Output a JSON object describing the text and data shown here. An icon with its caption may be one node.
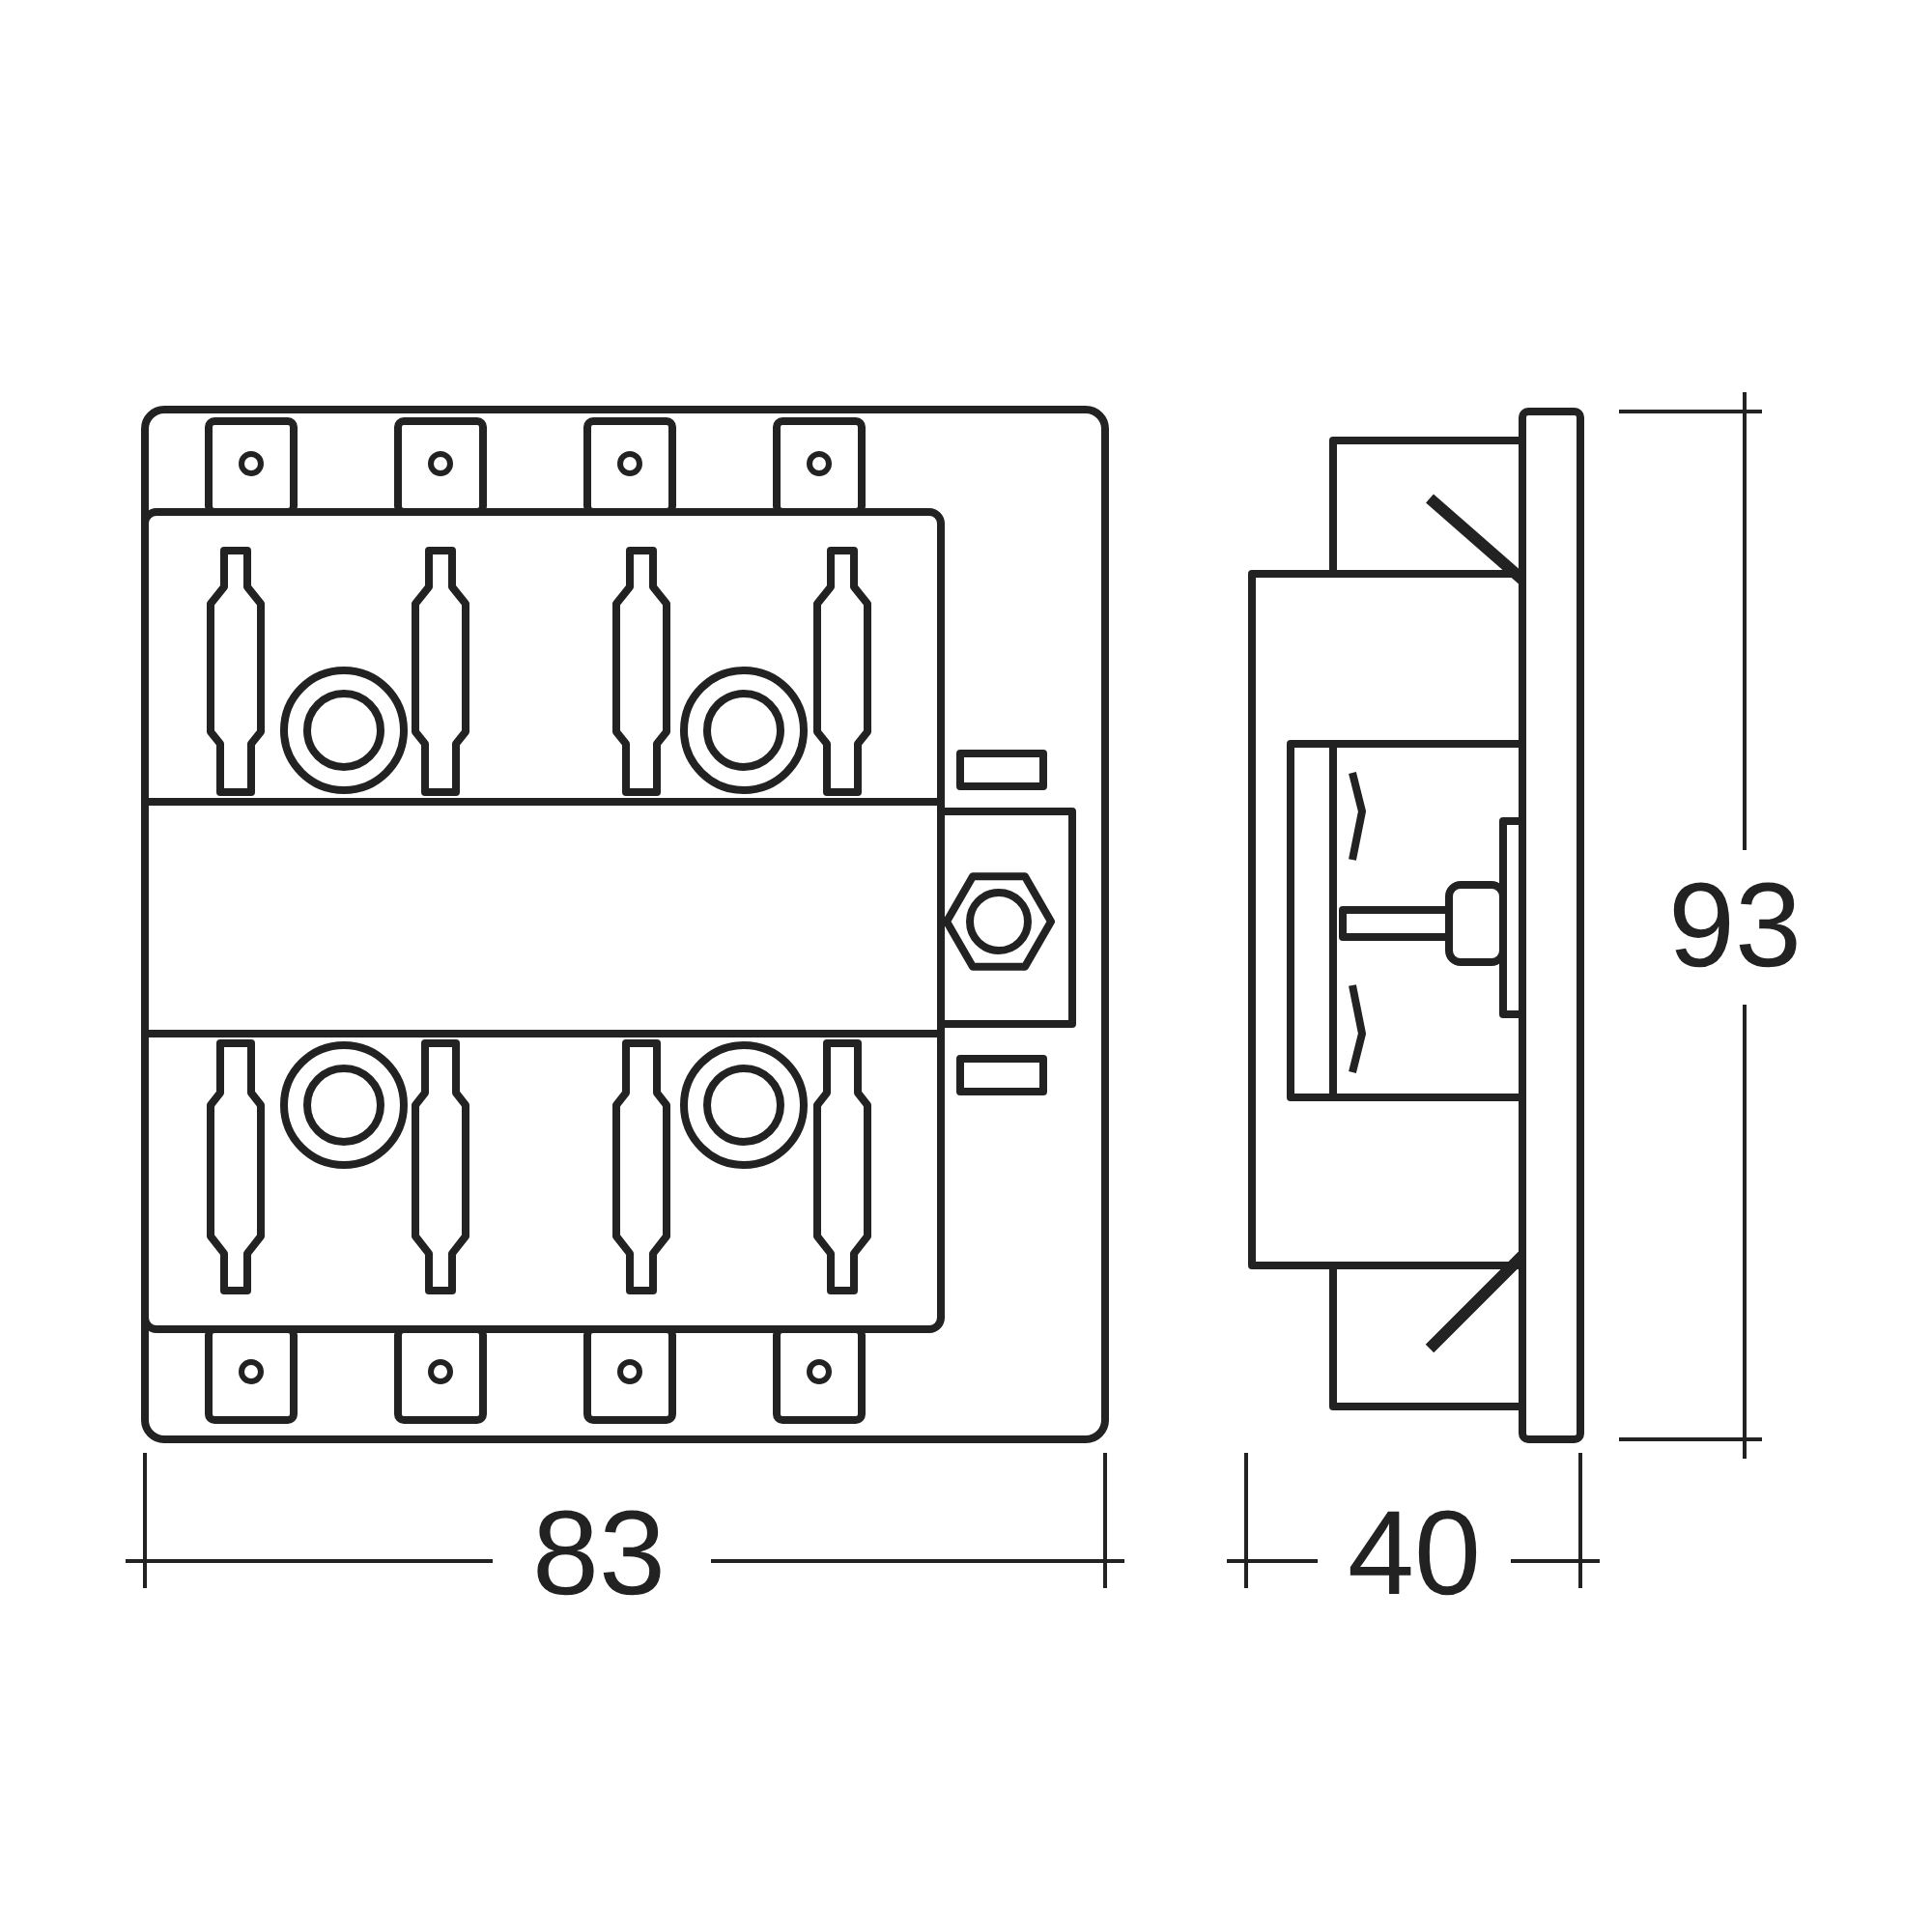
{
  "diagram": {
    "labels": [
      "93",
      "83",
      "40"
    ]
  }
}
